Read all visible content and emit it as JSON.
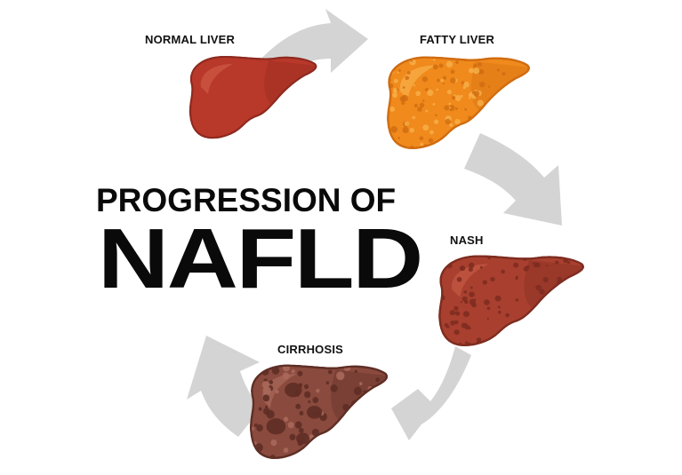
{
  "title": {
    "line1": "PROGRESSION OF",
    "line2": "NAFLD"
  },
  "stages": [
    {
      "label": "NORMAL LIVER",
      "base": "#b8382a",
      "dark": "#8e2a1f",
      "light": "#cf5a44",
      "spots": "none"
    },
    {
      "label": "FATTY LIVER",
      "base": "#f08a1c",
      "dark": "#d06c10",
      "light": "#f7b04a",
      "spots": "fat"
    },
    {
      "label": "NASH",
      "base": "#a9402f",
      "dark": "#7e2c20",
      "light": "#c45a45",
      "spots": "nash"
    },
    {
      "label": "CIRRHOSIS",
      "base": "#8a4a3e",
      "dark": "#5e2e25",
      "light": "#a8685a",
      "spots": "cirrhosis"
    }
  ],
  "colors": {
    "arrow": "#d4d4d4",
    "text": "#0a0a0a"
  },
  "icons": [
    "cycle-arrow-icon",
    "liver-icon"
  ]
}
